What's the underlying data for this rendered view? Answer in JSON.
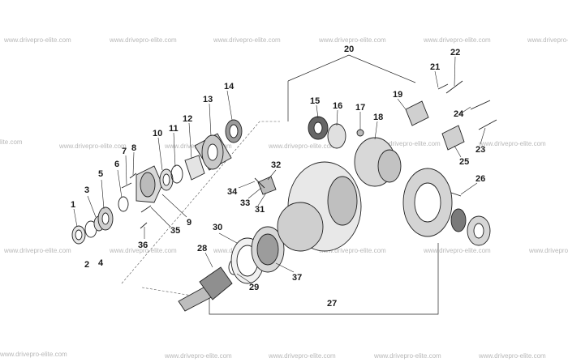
{
  "watermark_text": "www.drivepro-elite.com",
  "watermark_fragment": "lite.com",
  "labels": {
    "p1": "1",
    "p2": "2",
    "p3": "3",
    "p4": "4",
    "p5": "5",
    "p6": "6",
    "p7": "7",
    "p8": "8",
    "p9": "9",
    "p10": "10",
    "p11": "11",
    "p12": "12",
    "p13": "13",
    "p14": "14",
    "p15": "15",
    "p16": "16",
    "p17": "17",
    "p18": "18",
    "p19": "19",
    "p20": "20",
    "p21": "21",
    "p22": "22",
    "p23": "23",
    "p24": "24",
    "p25": "25",
    "p26": "26",
    "p27": "27",
    "p28": "28",
    "p29": "29",
    "p30": "30",
    "p31": "31",
    "p32": "32",
    "p33": "33",
    "p34": "34",
    "p35": "35",
    "p36": "36",
    "p37": "37"
  }
}
